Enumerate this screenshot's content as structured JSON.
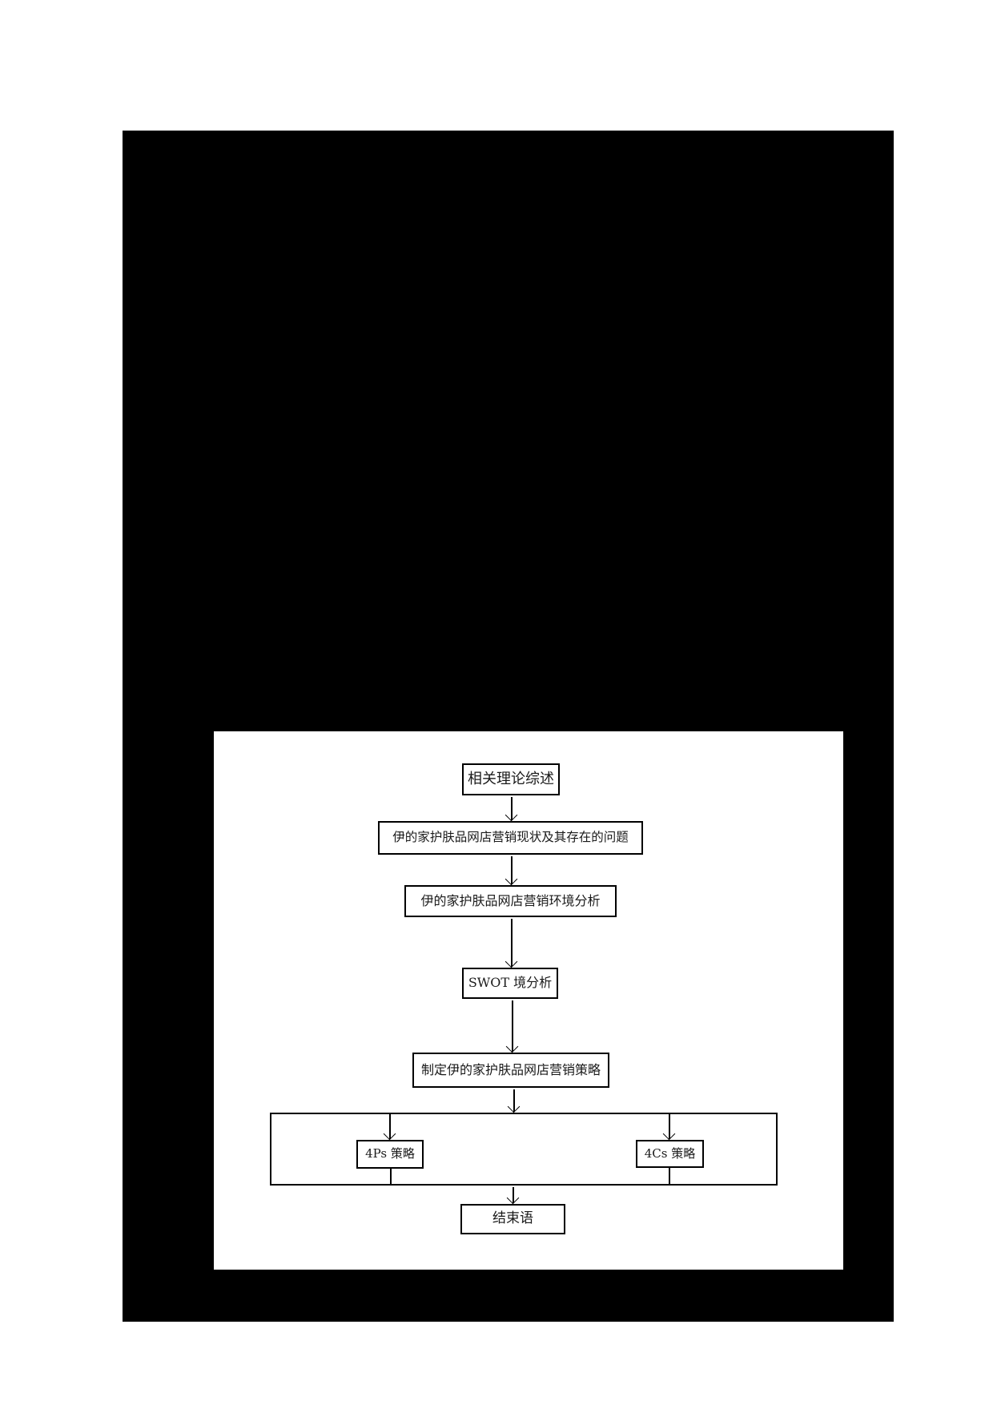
{
  "colors": {
    "page_background": "#ffffff",
    "scan_region": "#000000",
    "figure_panel": "#ffffff",
    "line_color": "#000000",
    "text_color": "#1a1a1a"
  },
  "flowchart": {
    "nodes": [
      {
        "id": "theory",
        "label": "相关理论综述"
      },
      {
        "id": "status",
        "label": "伊的家护肤品网店营销现状及其存在的问题"
      },
      {
        "id": "env",
        "label": "伊的家护肤品网店营销环境分析"
      },
      {
        "id": "swot",
        "label": "SWOT 境分析"
      },
      {
        "id": "strategy",
        "label": "制定伊的家护肤品网店营销策略"
      },
      {
        "id": "4ps",
        "label": "4Ps 策略"
      },
      {
        "id": "4cs",
        "label": "4Cs 策略"
      },
      {
        "id": "end",
        "label": "结束语"
      }
    ],
    "edges": [
      {
        "from": "theory",
        "to": "status"
      },
      {
        "from": "status",
        "to": "env"
      },
      {
        "from": "env",
        "to": "swot"
      },
      {
        "from": "swot",
        "to": "strategy"
      },
      {
        "from": "strategy",
        "to": "4ps"
      },
      {
        "from": "strategy",
        "to": "4cs"
      },
      {
        "from": "4ps",
        "to": "end"
      },
      {
        "from": "4cs",
        "to": "end"
      }
    ]
  }
}
